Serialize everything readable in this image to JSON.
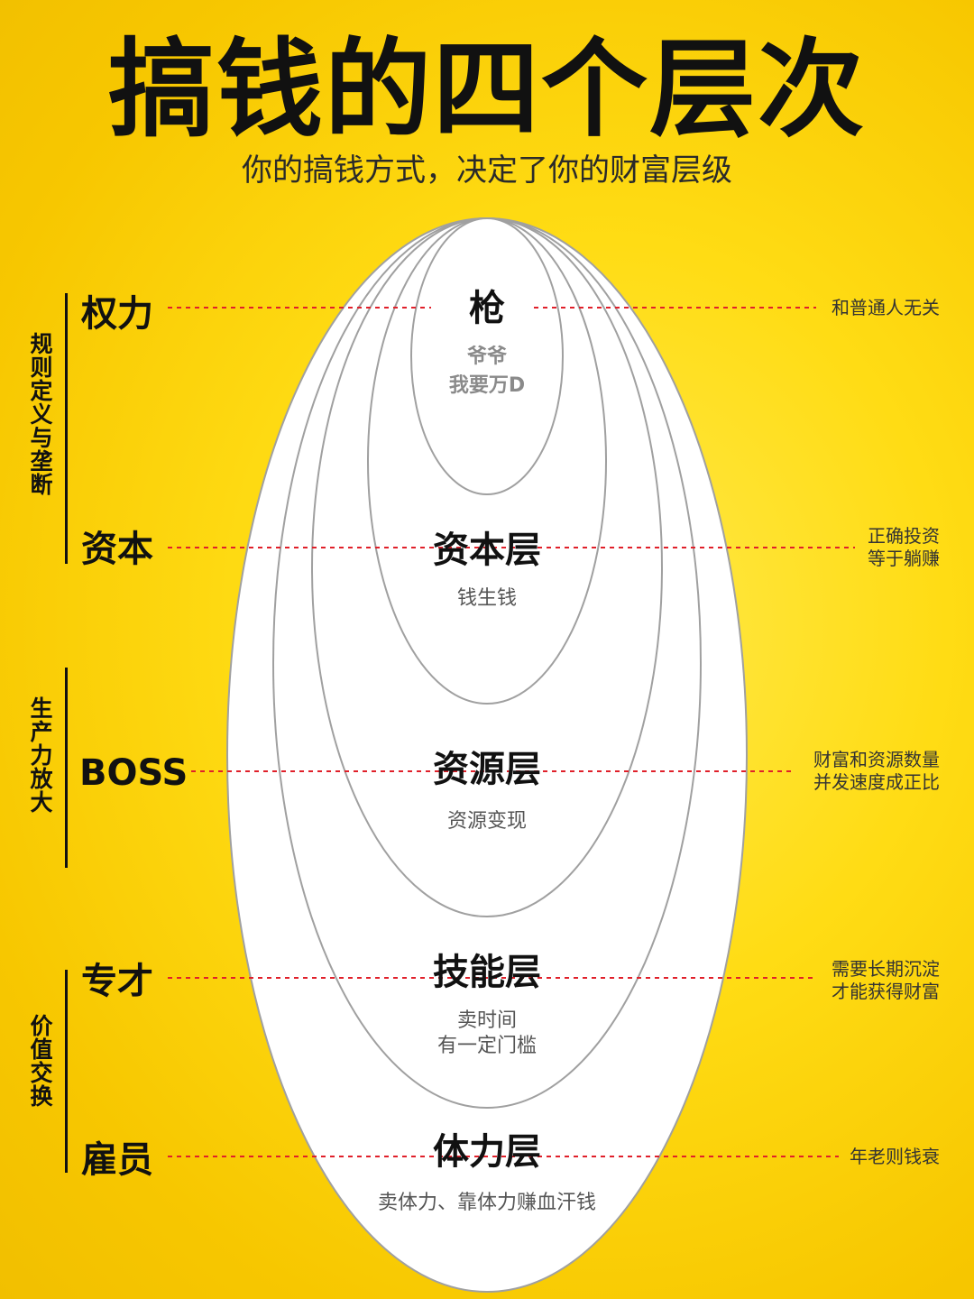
{
  "header": {
    "title": "搞钱的四个层次",
    "subtitle": "你的搞钱方式，决定了你的财富层级"
  },
  "groups": [
    {
      "label": "规则定义与垄断"
    },
    {
      "label": "生产力放大"
    },
    {
      "label": "价值交换"
    }
  ],
  "rows": [
    {
      "left": "权力",
      "name": "枪",
      "desc": "爷爷\n我要万D",
      "note": "和普通人无关"
    },
    {
      "left": "资本",
      "name": "资本层",
      "desc": "钱生钱",
      "note": "正确投资\n等于躺赚"
    },
    {
      "left": "BOSS",
      "name": "资源层",
      "desc": "资源变现",
      "note": "财富和资源数量\n并发速度成正比"
    },
    {
      "left": "专才",
      "name": "技能层",
      "desc": "卖时间\n有一定门槛",
      "note": "需要长期沉淀\n才能获得财富"
    },
    {
      "left": "雇员",
      "name": "体力层",
      "desc": "卖体力、靠体力赚血汗钱",
      "note": "年老则钱衰"
    }
  ],
  "colors": {
    "background": "#ffd814",
    "ellipse_fill": "#ffffff",
    "ellipse_stroke": "#9a9a9a",
    "dashed_line": "#e0202a",
    "text": "#111111"
  }
}
